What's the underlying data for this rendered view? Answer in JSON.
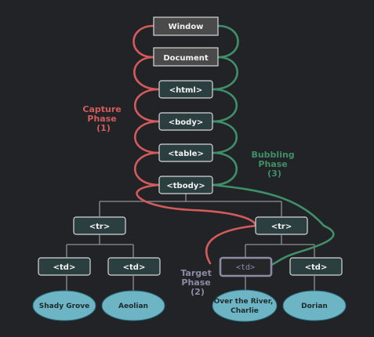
{
  "nodes": {
    "window": "Window",
    "document": "Document",
    "html": "<html>",
    "body": "<body>",
    "table": "<table>",
    "tbody": "<tbody>",
    "tr_left": "<tr>",
    "tr_right": "<tr>",
    "td1": "<td>",
    "td2": "<td>",
    "td3": "<td>",
    "td4": "<td>"
  },
  "leaves": {
    "leaf1": [
      "Shady Grove"
    ],
    "leaf2": [
      "Aeolian"
    ],
    "leaf3": [
      "Over the River,",
      "Charlie"
    ],
    "leaf4": [
      "Dorian"
    ]
  },
  "phases": {
    "capture": [
      "Capture",
      "Phase",
      "(1)"
    ],
    "target": [
      "Target",
      "Phase",
      "(2)"
    ],
    "bubbling": [
      "Bubbling",
      "Phase",
      "(3)"
    ]
  },
  "colors": {
    "background": "#222326",
    "capture": "#d35b5b",
    "bubbling": "#3f8f68",
    "target": "#8c8ba6",
    "tree_line": "#8f9295",
    "node_fill": "#2c3f40",
    "top_node_fill": "#4a4a4a",
    "leaf_fill": "#6db5c4"
  }
}
